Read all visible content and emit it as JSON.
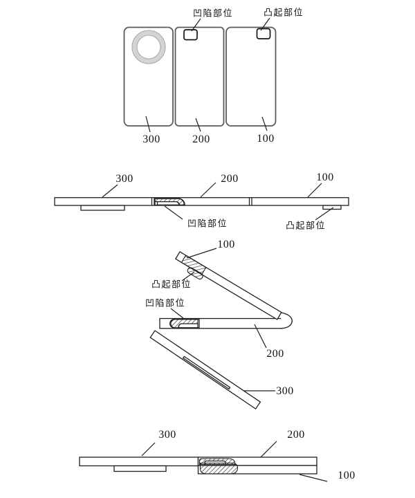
{
  "figure": {
    "labels": {
      "part100": "100",
      "part200": "200",
      "part300": "300",
      "recess": "凹陷部位",
      "protrusion": "凸起部位"
    },
    "colors": {
      "line": "#1f1f1f",
      "panel_outline": "#5a5a5a",
      "camera_ring": "#d4d4d4",
      "camera_ring_edge": "#a8a8a8",
      "background": "#ffffff"
    },
    "views": {
      "view1": "unfolded-back-view",
      "view2": "unfolded-side-view",
      "view3": "half-folded-perspective-view",
      "view4": "folded-side-view"
    }
  }
}
